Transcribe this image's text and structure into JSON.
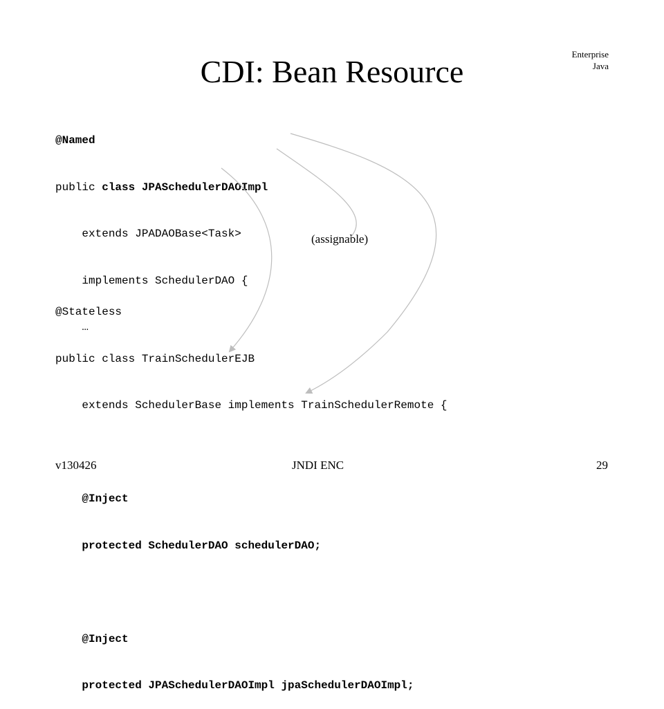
{
  "header": {
    "corner_line1": "Enterprise",
    "corner_line2": "Java",
    "title": "CDI: Bean Resource"
  },
  "code_top": {
    "l1": "@Named",
    "l2_a": "public ",
    "l2_b": "class JPASchedulerDAOImpl",
    "l3": "    extends JPADAOBase<Task>",
    "l4": "    implements SchedulerDAO {",
    "l5": "    …"
  },
  "annotation": "(assignable)",
  "code_bottom": {
    "l1": "@Stateless",
    "l2": "public class TrainSchedulerEJB",
    "l3": "    extends SchedulerBase implements TrainSchedulerRemote {",
    "l4": "",
    "l5": "    @Inject",
    "l6": "    protected SchedulerDAO schedulerDAO;",
    "l7": "",
    "l8": "    @Inject",
    "l9": "    protected JPASchedulerDAOImpl jpaSchedulerDAOImpl;"
  },
  "footer": {
    "version": "v130426",
    "topic": "JNDI ENC",
    "page": "29"
  },
  "colors": {
    "arrow": "#bdbdbd",
    "text": "#000000"
  }
}
